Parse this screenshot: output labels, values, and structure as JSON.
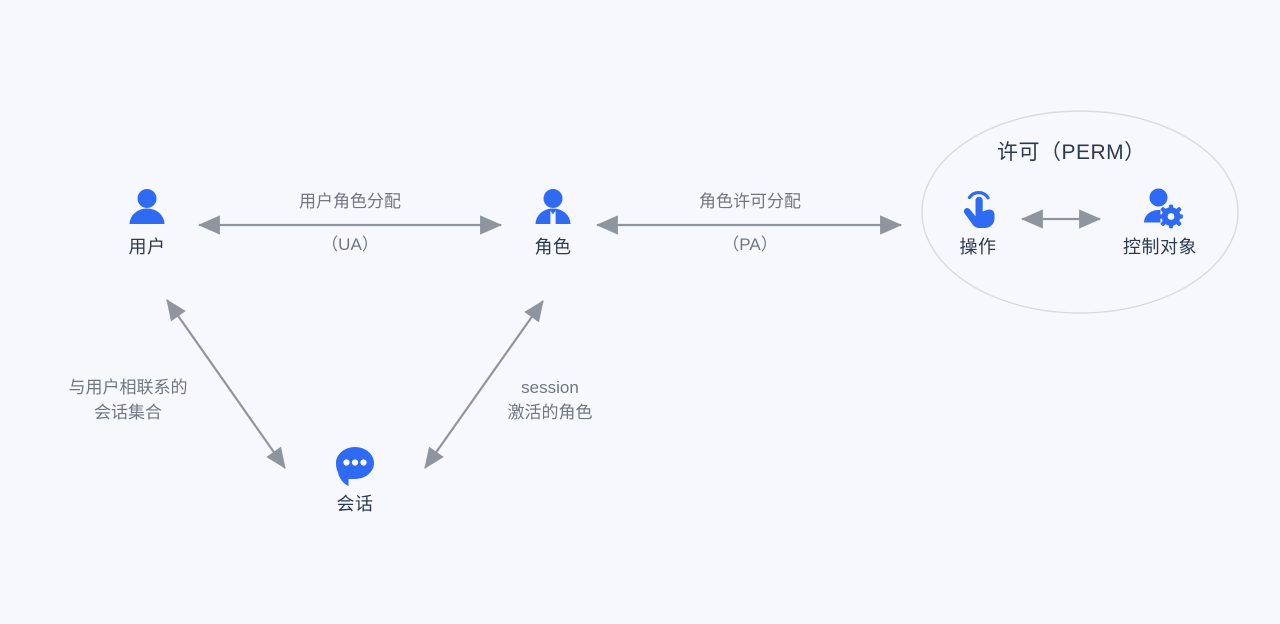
{
  "diagram": {
    "title_internal": "RBAC 模型关系图",
    "background_color": "#f7f8fd",
    "accent_color": "#2f6bf2",
    "arrow_color": "#8f959f",
    "label_color": "#707782",
    "node_label_color": "#2b3950",
    "ellipse_border_color": "#d9dbe0"
  },
  "nodes": {
    "user": {
      "label": "用户",
      "icon": "user-icon"
    },
    "role": {
      "label": "角色",
      "icon": "user-tie-icon"
    },
    "session": {
      "label": "会话",
      "icon": "chat-bubble-icon"
    },
    "operation": {
      "label": "操作",
      "icon": "tap-hand-icon"
    },
    "controlled_object": {
      "label": "控制对象",
      "icon": "user-gear-icon"
    }
  },
  "edges": {
    "user_role": {
      "label": "用户角色分配",
      "sub_label": "（UA）"
    },
    "role_perm": {
      "label": "角色许可分配",
      "sub_label": "（PA）"
    },
    "user_session": {
      "line1": "与用户相联系的",
      "line2": "会话集合"
    },
    "session_role": {
      "line1": "session",
      "line2": "激活的角色"
    },
    "operation_object": {
      "label": ""
    }
  },
  "groups": {
    "permission": {
      "title": "许可（PERM）"
    }
  }
}
